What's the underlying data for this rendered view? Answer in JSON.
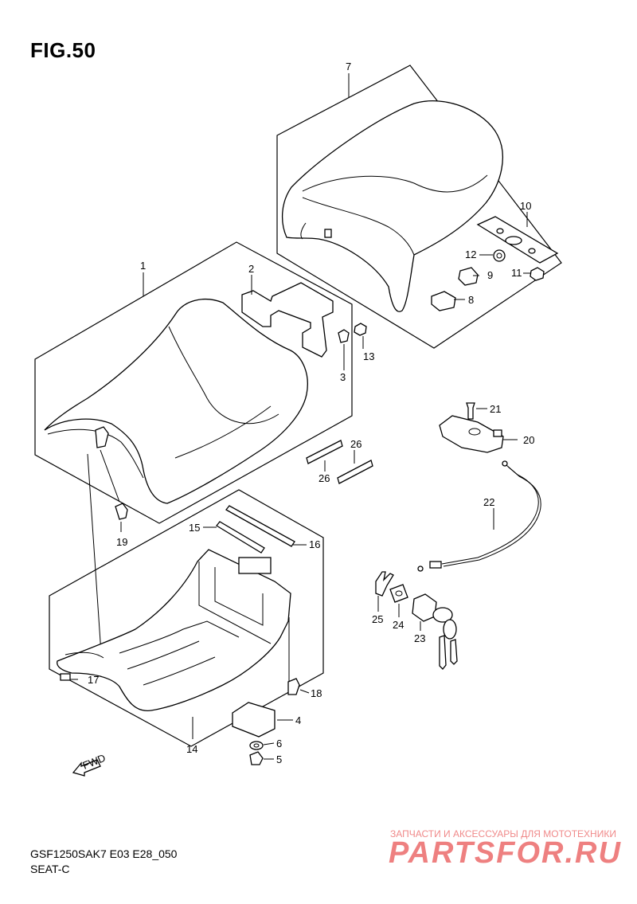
{
  "figure": {
    "title": "FIG.50"
  },
  "footer": {
    "code": "GSF1250SAK7 E03 E28_050",
    "name": "SEAT-C"
  },
  "watermark": {
    "tagline": "ЗАПЧАСТИ И АКСЕССУАРЫ ДЛЯ МОТОТЕХНИКИ",
    "logo_text": "PARTSFOR.RU",
    "color": "#ee8080"
  },
  "direction_arrow": {
    "label": "FWD"
  },
  "callouts": {
    "c1": "1",
    "c2": "2",
    "c3": "3",
    "c4": "4",
    "c5": "5",
    "c6": "6",
    "c7": "7",
    "c8": "8",
    "c9": "9",
    "c10": "10",
    "c11": "11",
    "c12": "12",
    "c13": "13",
    "c14": "14",
    "c15": "15",
    "c16": "16",
    "c17": "17",
    "c18": "18",
    "c19": "19",
    "c20": "20",
    "c21": "21",
    "c22": "22",
    "c23": "23",
    "c24": "24",
    "c25": "25",
    "c26a": "26",
    "c26b": "26"
  }
}
